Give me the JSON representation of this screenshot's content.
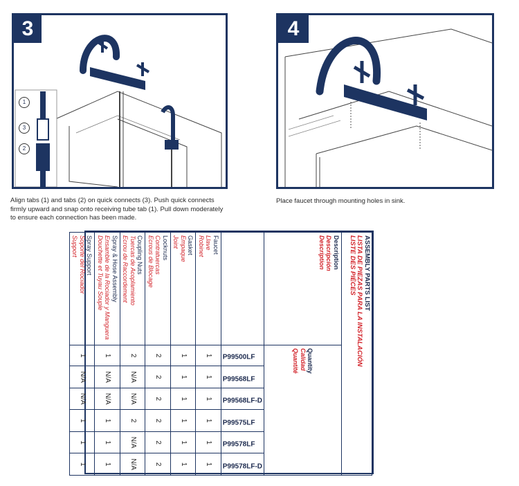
{
  "step3": {
    "number": "3",
    "caption": "Align tabs (1) and tabs (2) on quick connects (3). Push quick connects\nfirmly upward and snap onto receiving tube tab (1). Pull down moderately\n to ensure each connection has been made.",
    "callouts": [
      "1",
      "3",
      "2"
    ]
  },
  "step4": {
    "number": "4",
    "caption": "Place faucet through mounting holes in sink."
  },
  "parts_list": {
    "title_en": "ASSEMBLY PARTS LIST",
    "title_es": "LISTA DE PIEZAS PARA LA INSTALACIÓN",
    "title_fr": "LISTE DES PIÈCES",
    "description_en": "Description",
    "description_es": "Descripción",
    "description_fr": "Description",
    "quantity_en": "Quantity",
    "quantity_es": "Calidad",
    "quantity_fr": "Quantité",
    "models": [
      "P99500LF",
      "P99568LF",
      "P99568LF-D",
      "P99575LF",
      "P99578LF",
      "P99578LF-D"
    ],
    "parts": [
      {
        "en": "Faucet",
        "es": "Llave",
        "fr": "Robinet",
        "qty": [
          "1",
          "1",
          "1",
          "1",
          "1",
          "1"
        ]
      },
      {
        "en": "Gasket",
        "es": "Empaque",
        "fr": "Joint",
        "qty": [
          "1",
          "1",
          "1",
          "1",
          "1",
          "1"
        ]
      },
      {
        "en": "Locknuts",
        "es": "Contratuercas",
        "fr": "Ecrous de Blocage",
        "qty": [
          "2",
          "2",
          "2",
          "2",
          "2",
          "2"
        ]
      },
      {
        "en": "Coupling Nuts",
        "es": "Tuercas de Acoplamiento",
        "fr": "Ecrou de Raccordement",
        "qty": [
          "2",
          "N/A",
          "N/A",
          "2",
          "N/A",
          "N/A"
        ]
      },
      {
        "en": "Spray & Hose Assembly",
        "es": "Ensamble de la Rociador y Manguera",
        "fr": "Douchette et Tuyau Souple",
        "qty": [
          "1",
          "N/A",
          "N/A",
          "1",
          "1",
          "1"
        ]
      },
      {
        "en": "Spray Support",
        "es": "Soporte del Rociador",
        "fr": "Support",
        "qty": [
          "1",
          "N/A",
          "N/A",
          "1",
          "1",
          "1"
        ]
      }
    ]
  },
  "colors": {
    "navy": "#1d3461",
    "red": "#d2232a"
  }
}
